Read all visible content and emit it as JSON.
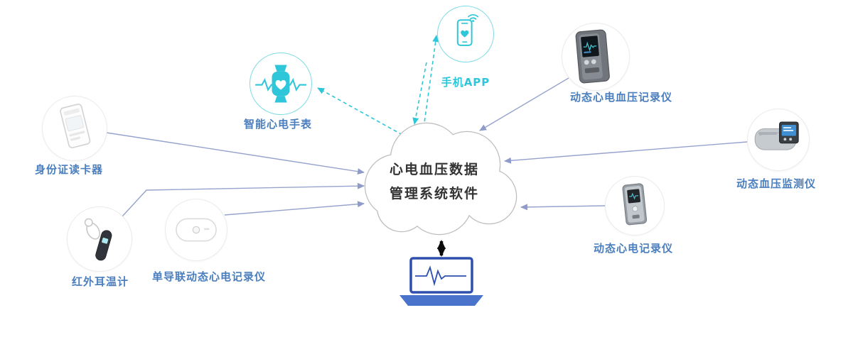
{
  "cloud": {
    "line1": "心电血压数据",
    "line2": "管理系统软件"
  },
  "nodes": {
    "watch": {
      "label": "智能心电手表",
      "icon": "smartwatch-ecg-icon"
    },
    "phone": {
      "label": "手机APP",
      "icon": "smartphone-app-icon"
    },
    "recorder": {
      "label": "动态心电血压记录仪",
      "icon": "ecg-bp-recorder-icon"
    },
    "bp_monitor": {
      "label": "动态血压监测仪",
      "icon": "bp-cuff-monitor-icon"
    },
    "card_reader": {
      "label": "身份证读卡器",
      "icon": "card-reader-icon"
    },
    "thermometer": {
      "label": "红外耳温计",
      "icon": "ear-thermometer-icon"
    },
    "ecg_patch": {
      "label": "单导联动态心电记录仪",
      "icon": "ecg-patch-icon"
    },
    "holter": {
      "label": "动态心电记录仪",
      "icon": "holter-recorder-icon"
    }
  },
  "laptop": {
    "name": "pc-workstation"
  },
  "colors": {
    "teal": "#2ec6d8",
    "label_blue": "#4a7ebd",
    "connector": "#97a3cd",
    "cloud_outline": "#bdbdbd",
    "laptop_blue": "#4a74cc",
    "laptop_navy": "#2d4fae"
  }
}
